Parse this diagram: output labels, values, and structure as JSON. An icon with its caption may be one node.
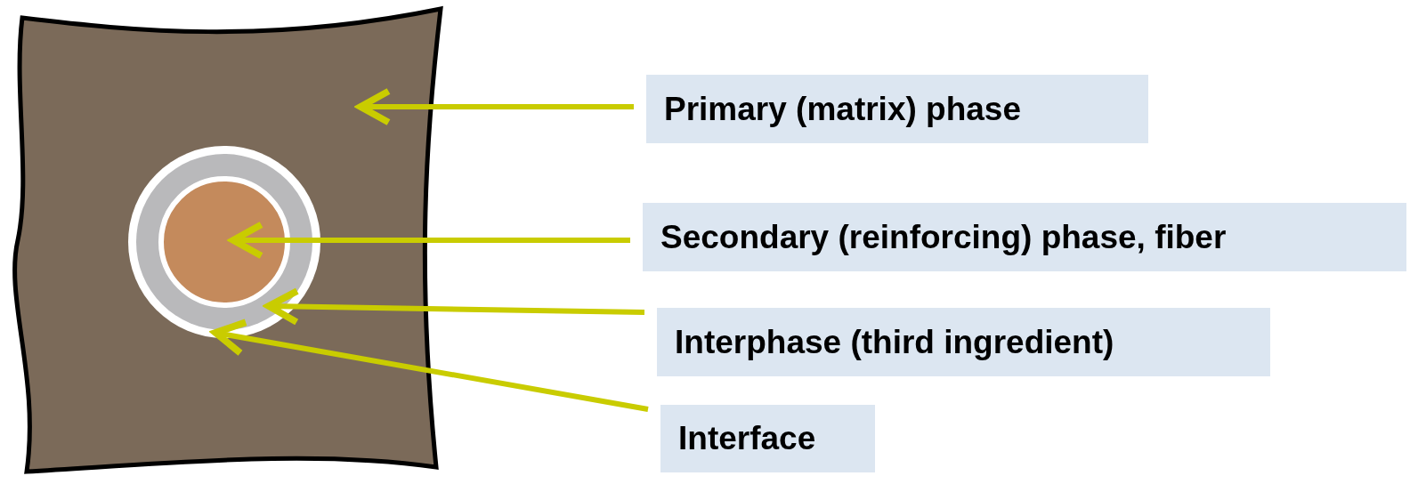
{
  "diagram": {
    "nodes": [
      {
        "text": [],
        "shape": "picture"
      },
      {
        "text": [],
        "shape": "circle",
        "in": 0
      },
      {
        "text": [],
        "shape": "circle",
        "in": 1
      },
      {
        "text": [],
        "shape": "circle",
        "in": 2
      },
      {
        "text": [
          "Primary (matrix) phase"
        ]
      },
      {
        "text": [
          "Secondary (reinforcing) phase, fiber"
        ]
      },
      {
        "text": [
          "Interphase (third ingredient)"
        ]
      },
      {
        "text": [
          "Interface"
        ]
      }
    ],
    "edges": [
      {
        "from": 4,
        "to": 0,
        "arrow": "to"
      },
      {
        "from": 5,
        "to": 3,
        "arrow": "to"
      },
      {
        "from": 6,
        "to": 2,
        "arrow": "to"
      },
      {
        "from": 7,
        "to": 1,
        "arrow": "to"
      }
    ]
  }
}
